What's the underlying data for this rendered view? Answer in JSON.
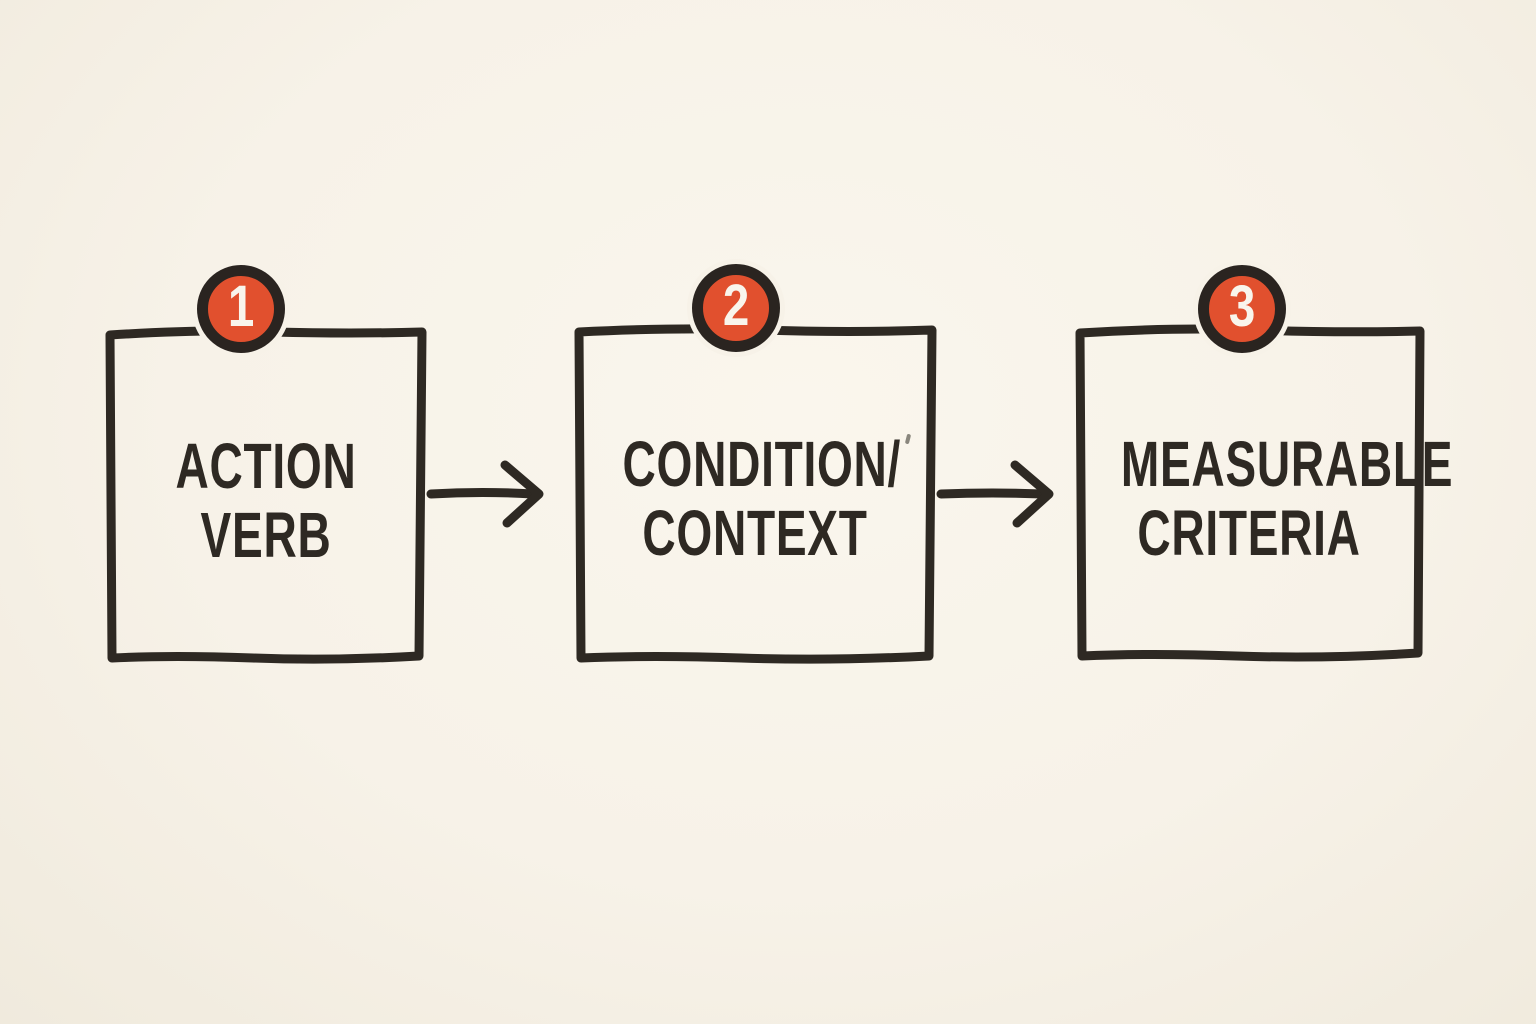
{
  "colors": {
    "background": "#f7f2e8",
    "ink": "#2e2923",
    "badge_fill": "#e1502e",
    "badge_ring": "#2a2420",
    "badge_number": "#f9f5ec"
  },
  "steps": [
    {
      "number": "1",
      "lines": [
        "ACTION",
        "VERB"
      ]
    },
    {
      "number": "2",
      "lines": [
        "CONDITION/",
        "CONTEXT"
      ]
    },
    {
      "number": "3",
      "lines": [
        "MEASURABLE",
        "CRITERIA"
      ]
    }
  ]
}
